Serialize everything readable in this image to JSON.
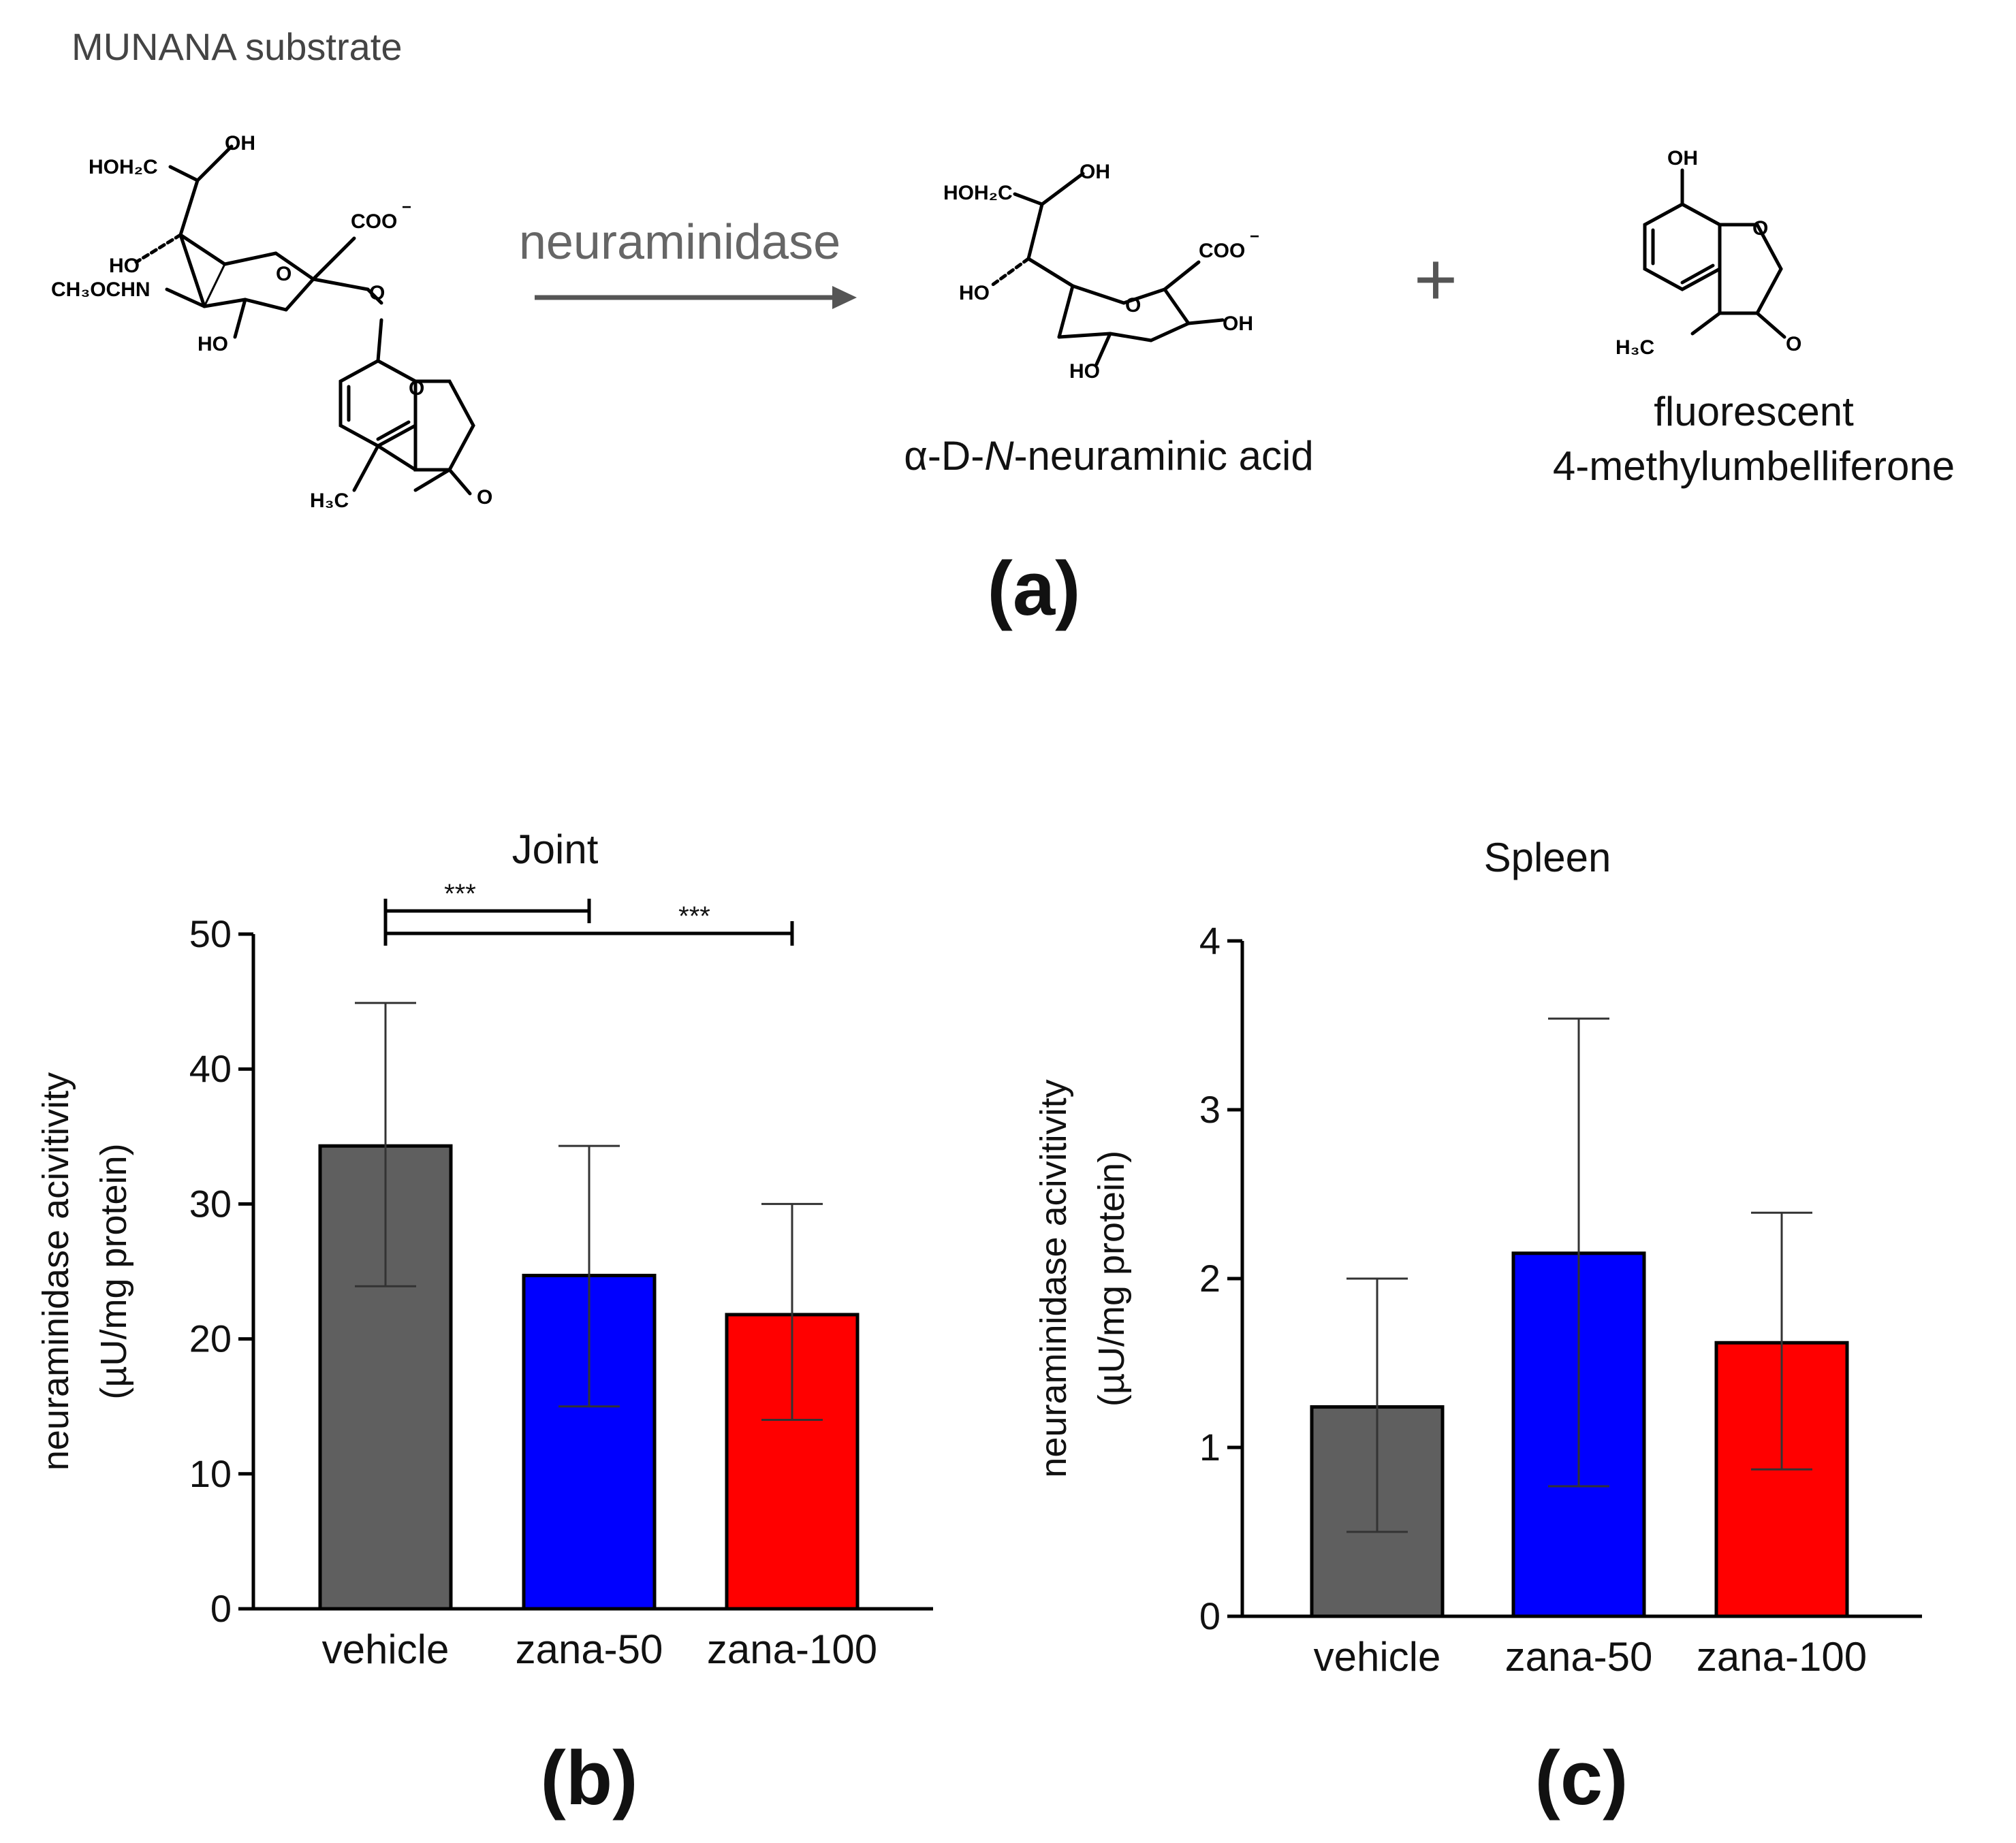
{
  "scheme": {
    "substrate_label": "MUNANA substrate",
    "enzyme_label": "neuraminidase",
    "plus": "+",
    "product1_label": "α-D-N-neuraminic acid",
    "product1_prefix": "α-D-",
    "product1_italic": "N",
    "product1_suffix": "-neuraminic acid",
    "product2_label_line1": "fluorescent",
    "product2_label_line2": "4-methylumbelliferone",
    "panel_label": "(a)",
    "atoms": {
      "hoh2c": "HOH₂C",
      "oh": "OH",
      "ho": "HO",
      "coo": "COO",
      "coo_charge": "−",
      "o": "O",
      "acetamido": "CH₃OCHN",
      "h3c": "H₃C"
    }
  },
  "colors": {
    "vehicle": "#5f5f5f",
    "zana50": "#0000ff",
    "zana100": "#ff0000",
    "axis": "#000000",
    "arrow": "#555555"
  },
  "chart_data": [
    {
      "type": "bar",
      "title": "Joint",
      "panel_label": "(b)",
      "categories": [
        "vehicle",
        "zana-50",
        "zana-100"
      ],
      "values": [
        34.3,
        24.7,
        21.8
      ],
      "errors_upper": [
        44.9,
        34.3,
        30.0
      ],
      "errors_lower": [
        23.9,
        15.0,
        14.0
      ],
      "ylabel_line1": "neuraminidase acivitivity",
      "ylabel_line2": "(µU/mg protein)",
      "ylim": [
        0,
        50
      ],
      "yticks": [
        0,
        10,
        20,
        30,
        40,
        50
      ],
      "ytick_labels": [
        "0",
        "10",
        "20",
        "30",
        "40",
        "50"
      ],
      "significance": [
        {
          "from": 0,
          "to": 1,
          "label": "***"
        },
        {
          "from": 0,
          "to": 2,
          "label": "***"
        }
      ]
    },
    {
      "type": "bar",
      "title": "Spleen",
      "panel_label": "(c)",
      "categories": [
        "vehicle",
        "zana-50",
        "zana-100"
      ],
      "values": [
        1.24,
        2.15,
        1.62
      ],
      "errors_upper": [
        2.0,
        3.54,
        2.39
      ],
      "errors_lower": [
        0.5,
        0.77,
        0.87
      ],
      "ylabel_line1": "neuraminidase acivitivity",
      "ylabel_line2": "(µU/mg protein)",
      "ylim": [
        0,
        4
      ],
      "yticks": [
        0,
        1,
        2,
        3,
        4
      ],
      "ytick_labels": [
        "0",
        "1",
        "2",
        "3",
        "4"
      ],
      "significance": []
    }
  ]
}
